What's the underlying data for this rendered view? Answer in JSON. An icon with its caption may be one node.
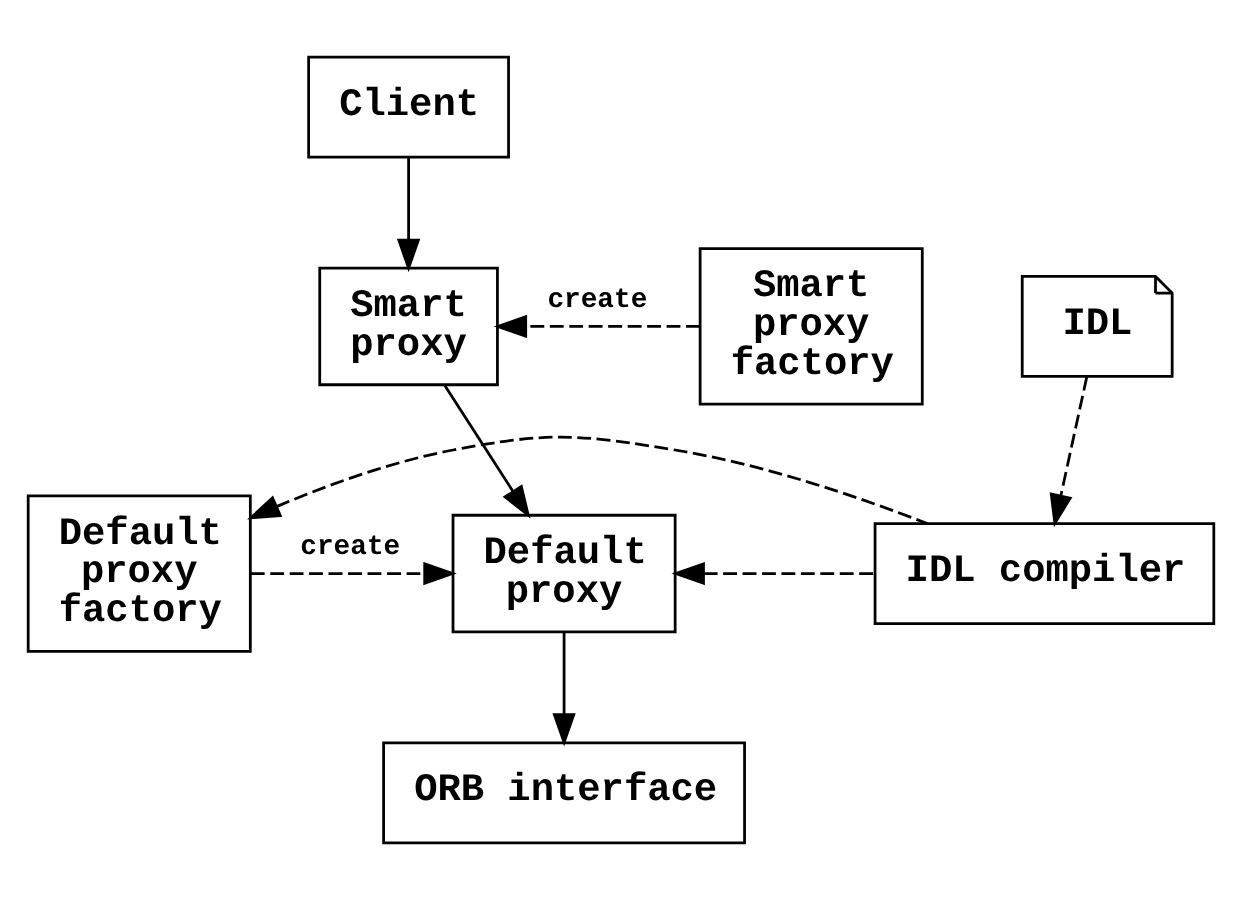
{
  "diagram": {
    "nodes": [
      {
        "text": [
          "Client"
        ]
      },
      {
        "text": [
          "Smart proxy factory"
        ]
      },
      {
        "text": [
          "Smart proxy"
        ]
      },
      {
        "text": [
          "IDL"
        ]
      },
      {
        "text": [
          "Default proxy factory"
        ]
      },
      {
        "text": [
          "Default proxy"
        ]
      },
      {
        "text": [
          "IDL compiler"
        ]
      },
      {
        "text": [
          "ORB interface"
        ]
      }
    ],
    "edges": [
      {
        "from": 0,
        "to": 2,
        "arrow": "to"
      },
      {
        "from": 1,
        "to": 2,
        "arrow": "to",
        "label": "create",
        "style": "dashed"
      },
      {
        "from": 2,
        "to": 5,
        "arrow": "to"
      },
      {
        "from": 4,
        "to": 5,
        "arrow": "to",
        "label": "create",
        "style": "dashed"
      },
      {
        "from": 3,
        "to": 6,
        "arrow": "to",
        "style": "dashed"
      },
      {
        "from": 6,
        "to": 5,
        "arrow": "to",
        "style": "dashed"
      },
      {
        "from": 6,
        "to": 4,
        "arrow": "to",
        "style": "dashed"
      },
      {
        "from": 5,
        "to": 7,
        "arrow": "to"
      }
    ]
  }
}
